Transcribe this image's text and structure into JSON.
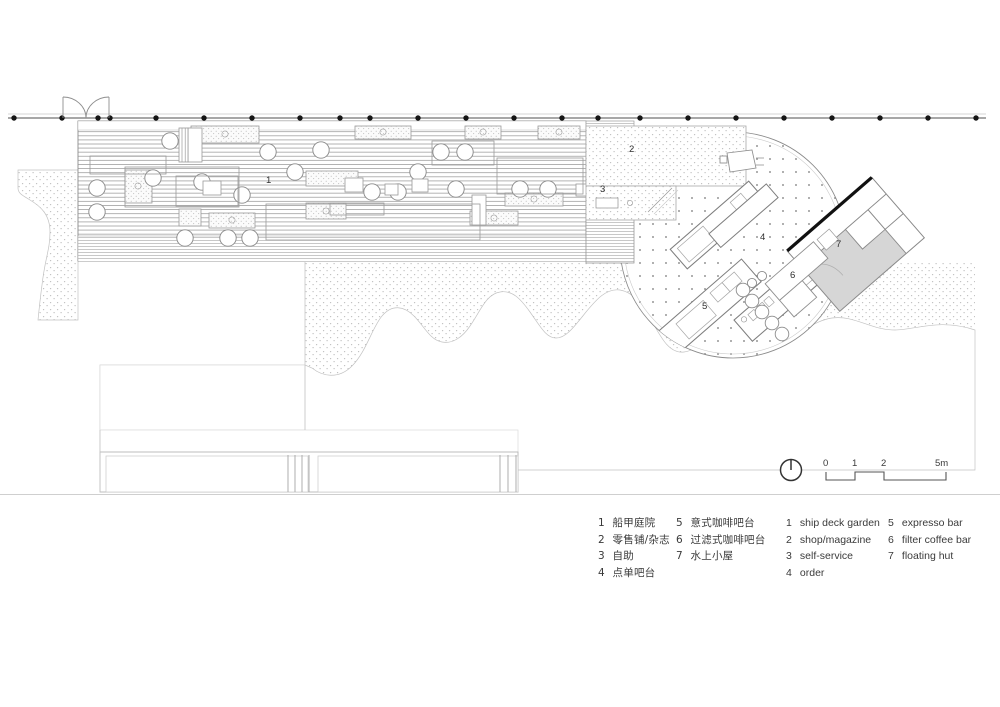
{
  "drawing": {
    "type": "architectural-site-plan",
    "title": "ship deck garden site plan",
    "labels_on_plan": [
      "1",
      "2",
      "3",
      "4",
      "5",
      "6",
      "7"
    ]
  },
  "plan_labels": {
    "l1": "1",
    "l2": "2",
    "l3": "3",
    "l4": "4",
    "l5": "5",
    "l6": "6",
    "l7": "7"
  },
  "scale": {
    "ticks": [
      "0",
      "1",
      "2"
    ],
    "end_label": "5m",
    "north_icon": "north-arrow-icon"
  },
  "legend": {
    "chinese_col1": [
      {
        "num": "1",
        "text": "船甲庭院"
      },
      {
        "num": "2",
        "text": "零售铺/杂志"
      },
      {
        "num": "3",
        "text": "自助"
      },
      {
        "num": "4",
        "text": "点单吧台"
      }
    ],
    "chinese_col2": [
      {
        "num": "5",
        "text": "意式咖啡吧台"
      },
      {
        "num": "6",
        "text": "过滤式咖啡吧台"
      },
      {
        "num": "7",
        "text": "水上小屋"
      }
    ],
    "english_col1": [
      {
        "num": "1",
        "text": "ship deck garden"
      },
      {
        "num": "2",
        "text": "shop/magazine"
      },
      {
        "num": "3",
        "text": "self-service"
      },
      {
        "num": "4",
        "text": "order"
      }
    ],
    "english_col2": [
      {
        "num": "5",
        "text": "expresso bar"
      },
      {
        "num": "6",
        "text": "filter coffee bar"
      },
      {
        "num": "7",
        "text": "floating hut"
      }
    ]
  },
  "colors": {
    "background": "#ffffff",
    "line": "#6e6e6e",
    "line_light": "#b4b4b4",
    "deck_hatch": "#a8a8a8",
    "stipple": "#b9b9b9",
    "hut_fill": "#d6d6d6",
    "post": "#1a1a1a",
    "text": "#3a3a3a",
    "divider": "#cfcfcf"
  }
}
